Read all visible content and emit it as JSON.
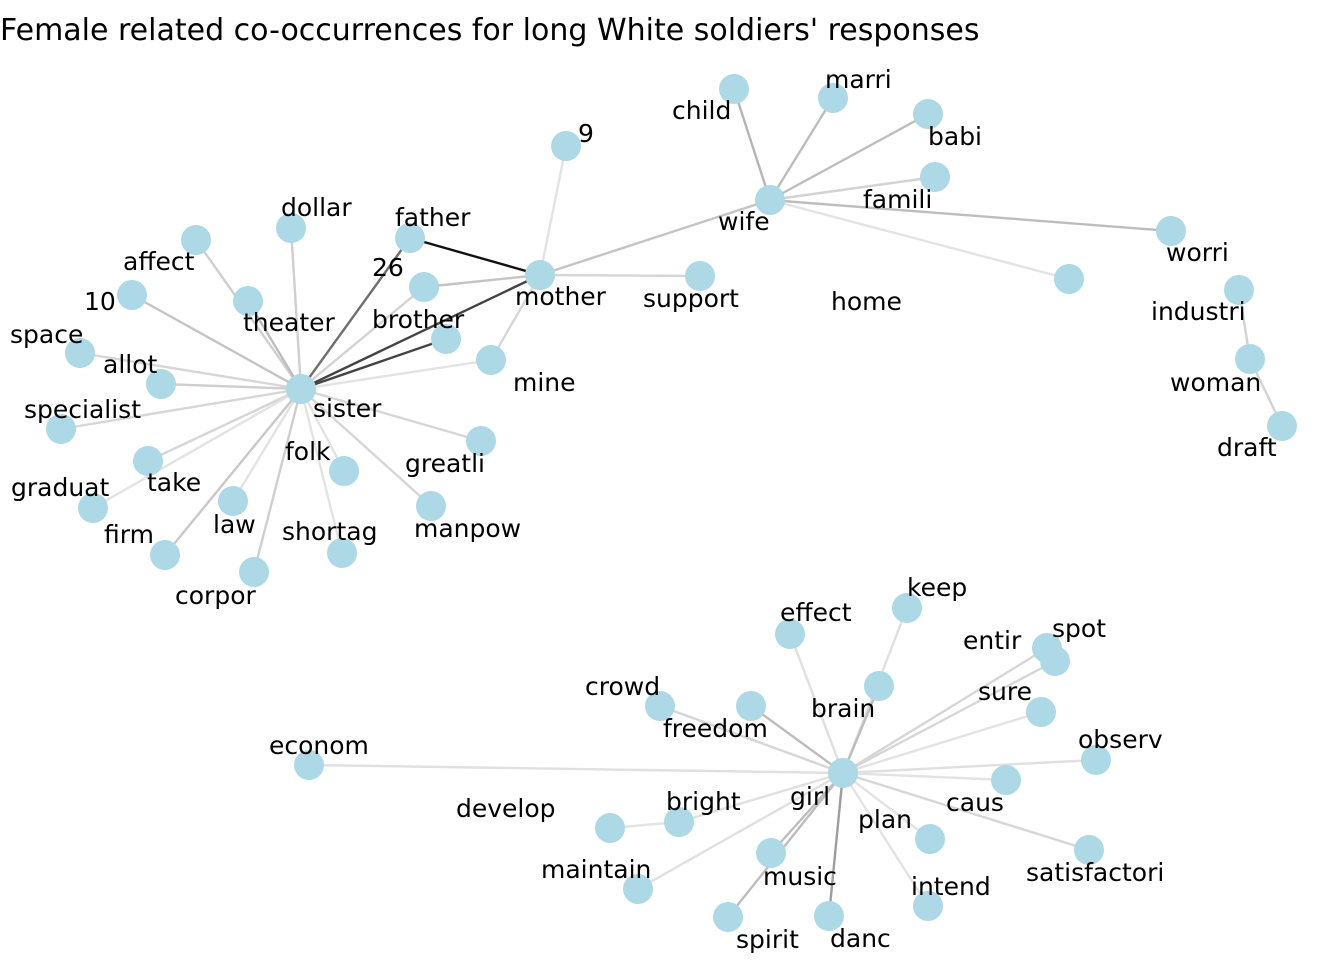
{
  "title": "Female related co-occurrences for long White soldiers' responses",
  "colors": {
    "node": "#add8e6",
    "background": "#ffffff"
  },
  "nodes": [
    {
      "id": "sister",
      "label": "sister"
    },
    {
      "id": "mother",
      "label": "mother"
    },
    {
      "id": "wife",
      "label": "wife"
    },
    {
      "id": "girl",
      "label": "girl"
    },
    {
      "id": "woman",
      "label": "woman"
    },
    {
      "id": "child",
      "label": "child"
    },
    {
      "id": "marri",
      "label": "marri"
    },
    {
      "id": "babi",
      "label": "babi"
    },
    {
      "id": "famili",
      "label": "famili"
    },
    {
      "id": "worri",
      "label": "worri"
    },
    {
      "id": "home",
      "label": "home"
    },
    {
      "id": "9",
      "label": "9"
    },
    {
      "id": "support",
      "label": "support"
    },
    {
      "id": "father",
      "label": "father"
    },
    {
      "id": "26",
      "label": "26"
    },
    {
      "id": "brother",
      "label": "brother"
    },
    {
      "id": "mine",
      "label": "mine"
    },
    {
      "id": "dollar",
      "label": "dollar"
    },
    {
      "id": "affect",
      "label": "affect"
    },
    {
      "id": "theater",
      "label": "theater"
    },
    {
      "id": "10",
      "label": "10"
    },
    {
      "id": "space",
      "label": "space"
    },
    {
      "id": "allot",
      "label": "allot"
    },
    {
      "id": "specialist",
      "label": "specialist"
    },
    {
      "id": "take",
      "label": "take"
    },
    {
      "id": "graduat",
      "label": "graduat"
    },
    {
      "id": "law",
      "label": "law"
    },
    {
      "id": "firm",
      "label": "firm"
    },
    {
      "id": "corpor",
      "label": "corpor"
    },
    {
      "id": "shortag",
      "label": "shortag"
    },
    {
      "id": "folk",
      "label": "folk"
    },
    {
      "id": "manpow",
      "label": "manpow"
    },
    {
      "id": "greatli",
      "label": "greatli"
    },
    {
      "id": "industri",
      "label": "industri"
    },
    {
      "id": "draft",
      "label": "draft"
    },
    {
      "id": "effect",
      "label": "effect"
    },
    {
      "id": "keep",
      "label": "keep"
    },
    {
      "id": "brain",
      "label": "brain"
    },
    {
      "id": "entir",
      "label": "entir"
    },
    {
      "id": "spot",
      "label": "spot"
    },
    {
      "id": "sure",
      "label": "sure"
    },
    {
      "id": "observ",
      "label": "observ"
    },
    {
      "id": "caus",
      "label": "caus"
    },
    {
      "id": "satisfactori",
      "label": "satisfactori"
    },
    {
      "id": "intend",
      "label": "intend"
    },
    {
      "id": "plan",
      "label": "plan"
    },
    {
      "id": "danc",
      "label": "danc"
    },
    {
      "id": "music",
      "label": "music"
    },
    {
      "id": "spirit",
      "label": "spirit"
    },
    {
      "id": "maintain",
      "label": "maintain"
    },
    {
      "id": "bright",
      "label": "bright"
    },
    {
      "id": "develop",
      "label": "develop"
    },
    {
      "id": "econom",
      "label": "econom"
    },
    {
      "id": "crowd",
      "label": "crowd"
    },
    {
      "id": "freedom",
      "label": "freedom"
    }
  ],
  "edges": [
    {
      "source": "sister",
      "target": "father",
      "color": "#6e6e6e"
    },
    {
      "source": "sister",
      "target": "mother",
      "color": "#444444"
    },
    {
      "source": "sister",
      "target": "brother",
      "color": "#444444"
    },
    {
      "source": "sister",
      "target": "26",
      "color": "#d3d3d3"
    },
    {
      "source": "sister",
      "target": "dollar",
      "color": "#cfcfcf"
    },
    {
      "source": "sister",
      "target": "affect",
      "color": "#cfcfcf"
    },
    {
      "source": "sister",
      "target": "theater",
      "color": "#bdbdbd"
    },
    {
      "source": "sister",
      "target": "10",
      "color": "#c4c4c4"
    },
    {
      "source": "sister",
      "target": "space",
      "color": "#d6d6d6"
    },
    {
      "source": "sister",
      "target": "allot",
      "color": "#cfcfcf"
    },
    {
      "source": "sister",
      "target": "specialist",
      "color": "#d6d6d6"
    },
    {
      "source": "sister",
      "target": "take",
      "color": "#d6d6d6"
    },
    {
      "source": "sister",
      "target": "graduat",
      "color": "#e3e3e3"
    },
    {
      "source": "sister",
      "target": "law",
      "color": "#e3e3e3"
    },
    {
      "source": "sister",
      "target": "firm",
      "color": "#c8c8c8"
    },
    {
      "source": "sister",
      "target": "corpor",
      "color": "#cfcfcf"
    },
    {
      "source": "sister",
      "target": "shortag",
      "color": "#e3e3e3"
    },
    {
      "source": "sister",
      "target": "folk",
      "color": "#e3e3e3"
    },
    {
      "source": "sister",
      "target": "manpow",
      "color": "#d6d6d6"
    },
    {
      "source": "sister",
      "target": "greatli",
      "color": "#d6d6d6"
    },
    {
      "source": "sister",
      "target": "mine",
      "color": "#e3e3e3"
    },
    {
      "source": "mother",
      "target": "father",
      "color": "#111111"
    },
    {
      "source": "mother",
      "target": "26",
      "color": "#c4c4c4"
    },
    {
      "source": "mother",
      "target": "9",
      "color": "#e3e3e3"
    },
    {
      "source": "mother",
      "target": "support",
      "color": "#d6d6d6"
    },
    {
      "source": "mother",
      "target": "mine",
      "color": "#d6d6d6"
    },
    {
      "source": "mother",
      "target": "wife",
      "color": "#c4c4c4"
    },
    {
      "source": "wife",
      "target": "child",
      "color": "#b5b5b5"
    },
    {
      "source": "wife",
      "target": "marri",
      "color": "#bdbdbd"
    },
    {
      "source": "wife",
      "target": "babi",
      "color": "#bdbdbd"
    },
    {
      "source": "wife",
      "target": "famili",
      "color": "#d3d3d3"
    },
    {
      "source": "wife",
      "target": "worri",
      "color": "#bdbdbd"
    },
    {
      "source": "wife",
      "target": "home",
      "color": "#e3e3e3"
    },
    {
      "source": "woman",
      "target": "industri",
      "color": "#d3d3d3"
    },
    {
      "source": "woman",
      "target": "draft",
      "color": "#d3d3d3"
    },
    {
      "source": "girl",
      "target": "effect",
      "color": "#e0e0e0"
    },
    {
      "source": "girl",
      "target": "keep",
      "color": "#e0e0e0"
    },
    {
      "source": "girl",
      "target": "brain",
      "color": "#bdbdbd"
    },
    {
      "source": "girl",
      "target": "entir",
      "color": "#d6d6d6"
    },
    {
      "source": "girl",
      "target": "spot",
      "color": "#d6d6d6"
    },
    {
      "source": "girl",
      "target": "sure",
      "color": "#e3e3e3"
    },
    {
      "source": "girl",
      "target": "observ",
      "color": "#e0e0e0"
    },
    {
      "source": "girl",
      "target": "caus",
      "color": "#e3e3e3"
    },
    {
      "source": "girl",
      "target": "satisfactori",
      "color": "#d6d6d6"
    },
    {
      "source": "girl",
      "target": "intend",
      "color": "#e3e3e3"
    },
    {
      "source": "girl",
      "target": "plan",
      "color": "#e3e3e3"
    },
    {
      "source": "girl",
      "target": "danc",
      "color": "#9e9e9e"
    },
    {
      "source": "girl",
      "target": "music",
      "color": "#bdbdbd"
    },
    {
      "source": "girl",
      "target": "spirit",
      "color": "#bdbdbd"
    },
    {
      "source": "girl",
      "target": "maintain",
      "color": "#e0e0e0"
    },
    {
      "source": "girl",
      "target": "bright",
      "color": "#e0e0e0"
    },
    {
      "source": "girl",
      "target": "econom",
      "color": "#e0e0e0"
    },
    {
      "source": "girl",
      "target": "crowd",
      "color": "#d6d6d6"
    },
    {
      "source": "girl",
      "target": "freedom",
      "color": "#bdbdbd"
    },
    {
      "source": "bright",
      "target": "develop",
      "color": "#e3e3e3"
    }
  ]
}
